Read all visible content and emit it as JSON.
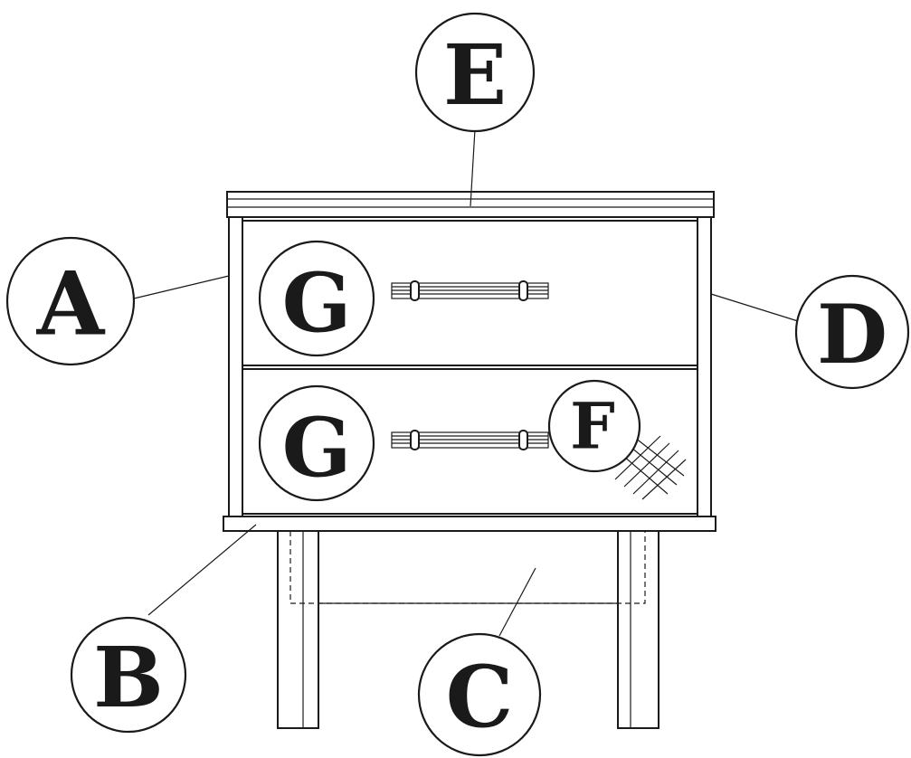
{
  "callouts": {
    "A": "A",
    "B": "B",
    "C": "C",
    "D": "D",
    "E": "E",
    "F": "F",
    "G_top": "G",
    "G_bottom": "G"
  },
  "colors": {
    "ink": "#1a1a1a",
    "paper": "#ffffff"
  }
}
